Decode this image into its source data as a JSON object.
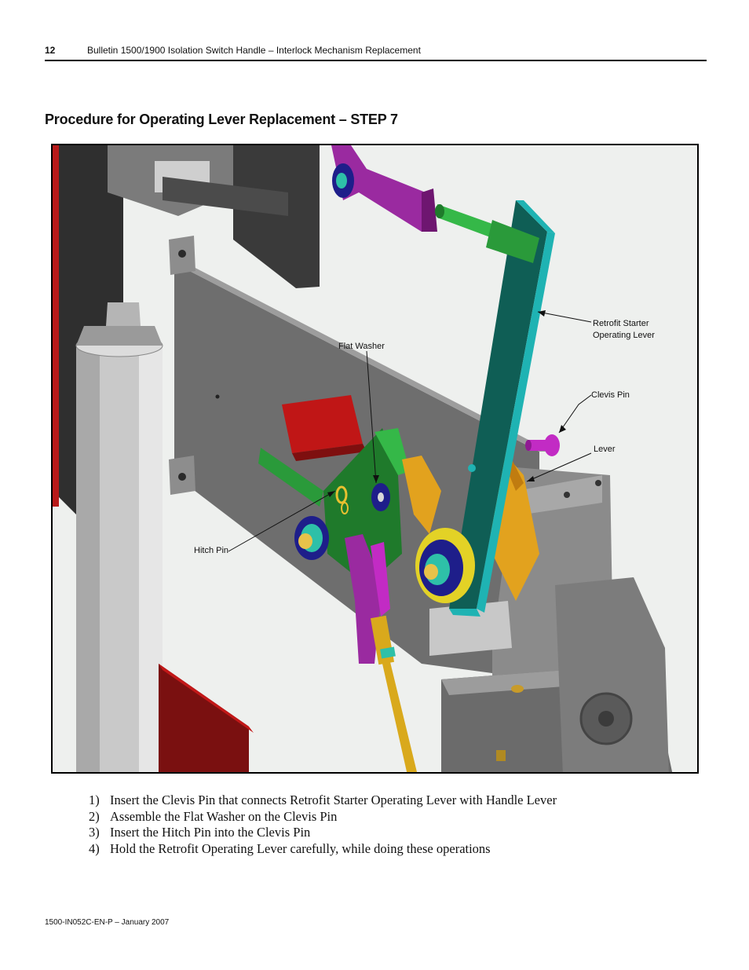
{
  "header": {
    "page_number": "12",
    "running_title": "Bulletin 1500/1900 Isolation Switch Handle – Interlock Mechanism Replacement"
  },
  "section_title": "Procedure for Operating Lever Replacement – STEP 7",
  "figure": {
    "callouts": {
      "retrofit_lever_line1": "Retrofit Starter",
      "retrofit_lever_line2": "Operating Lever",
      "flat_washer": "Flat Washer",
      "clevis_pin": "Clevis Pin",
      "lever": "Lever",
      "hitch_pin": "Hitch Pin"
    },
    "colors": {
      "operating_lever": "#0f5e55",
      "operating_lever_edge": "#1fb3b3",
      "handle_lever": "#e2a21e",
      "clevis_pin": "#c22bc4",
      "link": "#9a2aa0",
      "bracket_green": "#2a9a3a",
      "washer": "#1e1e8a",
      "red_part": "#b01515",
      "steel": "#8a8a8a"
    }
  },
  "steps": [
    {
      "num": "1)",
      "text": "Insert the Clevis Pin that connects Retrofit Starter Operating Lever with Handle Lever"
    },
    {
      "num": "2)",
      "text": "Assemble the Flat Washer on the Clevis Pin"
    },
    {
      "num": "3)",
      "text": "Insert the Hitch Pin into the Clevis Pin"
    },
    {
      "num": "4)",
      "text": "Hold the Retrofit Operating Lever carefully, while doing these operations"
    }
  ],
  "footer": "1500-IN052C-EN-P – January 2007"
}
